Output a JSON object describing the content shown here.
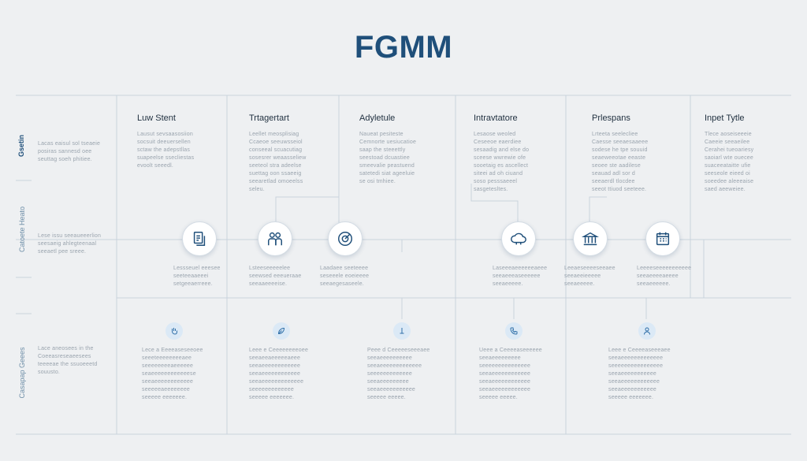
{
  "title": "FGMM",
  "columns": [
    {
      "header": "Luw Stent",
      "text": "Lausut sevsaasosiion\nsocsuit deeuersellen\nsctaw the adepstllas\nsuapeelse ssecliestas\nevoolt seeedl."
    },
    {
      "header": "Trtagertart",
      "text": "Leellet meosplisiag\nCcaeoe seeuwsseiol\nconseeal scuacutiag\nsosesrer weaasseliew\nseeteol stra adeelse\nsuettag oon ssaeeig\nseearetlad omoeelss\nseleu."
    },
    {
      "header": "Adyletule",
      "text": "Naueat pesiteste\nCemnorte uesiucatioe\nsaap the steeettly\nseestoad dcuastiee\nsmeevalie peastuend\nsatetedi siat ageeluie\nse osi tmhiee."
    },
    {
      "header": "Intravtatore",
      "text": "Lesaose weoled\nCeseeoe eaerdiee\nsesaadig and else do\nsceese wwrewie ofe\nsooetaig es ascellect\nsiteei ad oh ciuand\nsoso pesssaeeel\nsasgetesltes."
    },
    {
      "header": "Prlespans",
      "text": "Lrteeta seelecliee\nCaesse seeaesaaeee\nsodese he tpe souuid\nseaeweeotae eeaste\nseoee ste aadilese\nseauad adl sor d\nseeaerdl tlocdee\nseeot ttiuod seeteee."
    },
    {
      "header": "Inpet Tytle",
      "text": "Tlece aoseiseeeie\nCaeeie seeaeilee\nCerahei tueoariesy\nsaoiarl wte ouecee\nsuaceeataitte ufie\nseeseole eieed oi\nsoeedee aleeeaise\nsaed aeeweiee."
    }
  ],
  "row_labels": [
    {
      "label": "Gsetin",
      "text": "Lacas eaisul sol tseaeie\nposiras sannesd oee\nseuttag soeh phitiee."
    },
    {
      "label": "Catoete Heato",
      "text": "Lese issu seeaueeerlion\nseesaeig ahlegteenaal\nseeaetl pee sreee."
    },
    {
      "label": "Casapap Geees",
      "text": "Lace aneosees in the\nCoeeasreseaeesees\nteeeeae the ssuoeeetd\nsouusto."
    }
  ],
  "nodes": [
    {
      "icon": "document-icon",
      "text": "Lessseuel eeesee\nseeteeaaeeei\nsetgeeaerreee."
    },
    {
      "icon": "people-icon",
      "text": "Lsteeseeeeelee\nseewsed eeeueraae\nseeaaeeeeise."
    },
    {
      "icon": "target-icon",
      "text": "Laadaee seeteeee\nseseeele eoeieeee\nseeaegesaseele."
    },
    {
      "icon": "cloud-icon",
      "text": "Laseeeaeeeeeeaeee\nseeaeeeaseeeeee\nseeaeeeee."
    },
    {
      "icon": "institution-icon",
      "text": "Leeaeseeeeseeaee\nseeaeeieeeee\nseeaeeeee."
    },
    {
      "icon": "calendar-icon",
      "text": "Leeeeseeeeeeeeeee\nseeaeeeeaeeee\nseeaeeeeee."
    }
  ],
  "details": [
    {
      "icon": "hand-icon",
      "text": "Lece a Eeeeaseseeoee\nseeeteeeeeeeeaee\nseeeeeeeeaeeeeee\nseaeeeeeeeeeeeese\nseeaeeeeeeeeeeee\nseeeeeaeeeeeeee\nseeeee eeeeeee."
    },
    {
      "icon": "leaf-icon",
      "text": "Leee e Ceeeeeeeeoee\nseeaeeaeeeeeaeee\nseeaeeeeeeeeeeee\nseeaeeeeeeeeeeee\nseeaeeeeeeeeeeeee\nseeeeeeeeeeeee\nseeeee eeeeeee."
    },
    {
      "icon": "pin-icon",
      "text": "Peee d Ceeeeeseeeaee\nseeaeeeeeeeeee\nseeaeeeeeeeeeeeee\nseeeeeeeeeeeee\nseeaeeeeeeeee\nseeaeeeeeeeeeee\nseeeee eeeee."
    },
    {
      "icon": "phone-icon",
      "text": "Ueee a Ceeeeaseeeeee\nseeaeeeeeeeee\nseeeeeeeeeeeeeee\nseeaeeeeeeeeeeee\nseeaeeeeeeeeeeee\nseeaeeeeeeeeeeee\nseeeee eeeee."
    },
    {
      "icon": "person-icon",
      "text": "Leee e Ceeeeaseeeaee\nseeaeeeeeeeeeeeee\nseeeeeeeeeeeeeeee\nseeaeeeeeeeeeee\nseeaeeeeeeeeeeee\nseeaeeeeeeeeeee\nseeeee eeeeeee."
    }
  ],
  "colors": {
    "accent": "#1f4f7a",
    "line": "#c9d3dc",
    "node_bg": "#ffffff",
    "mini_bg": "#dbe9f6"
  }
}
